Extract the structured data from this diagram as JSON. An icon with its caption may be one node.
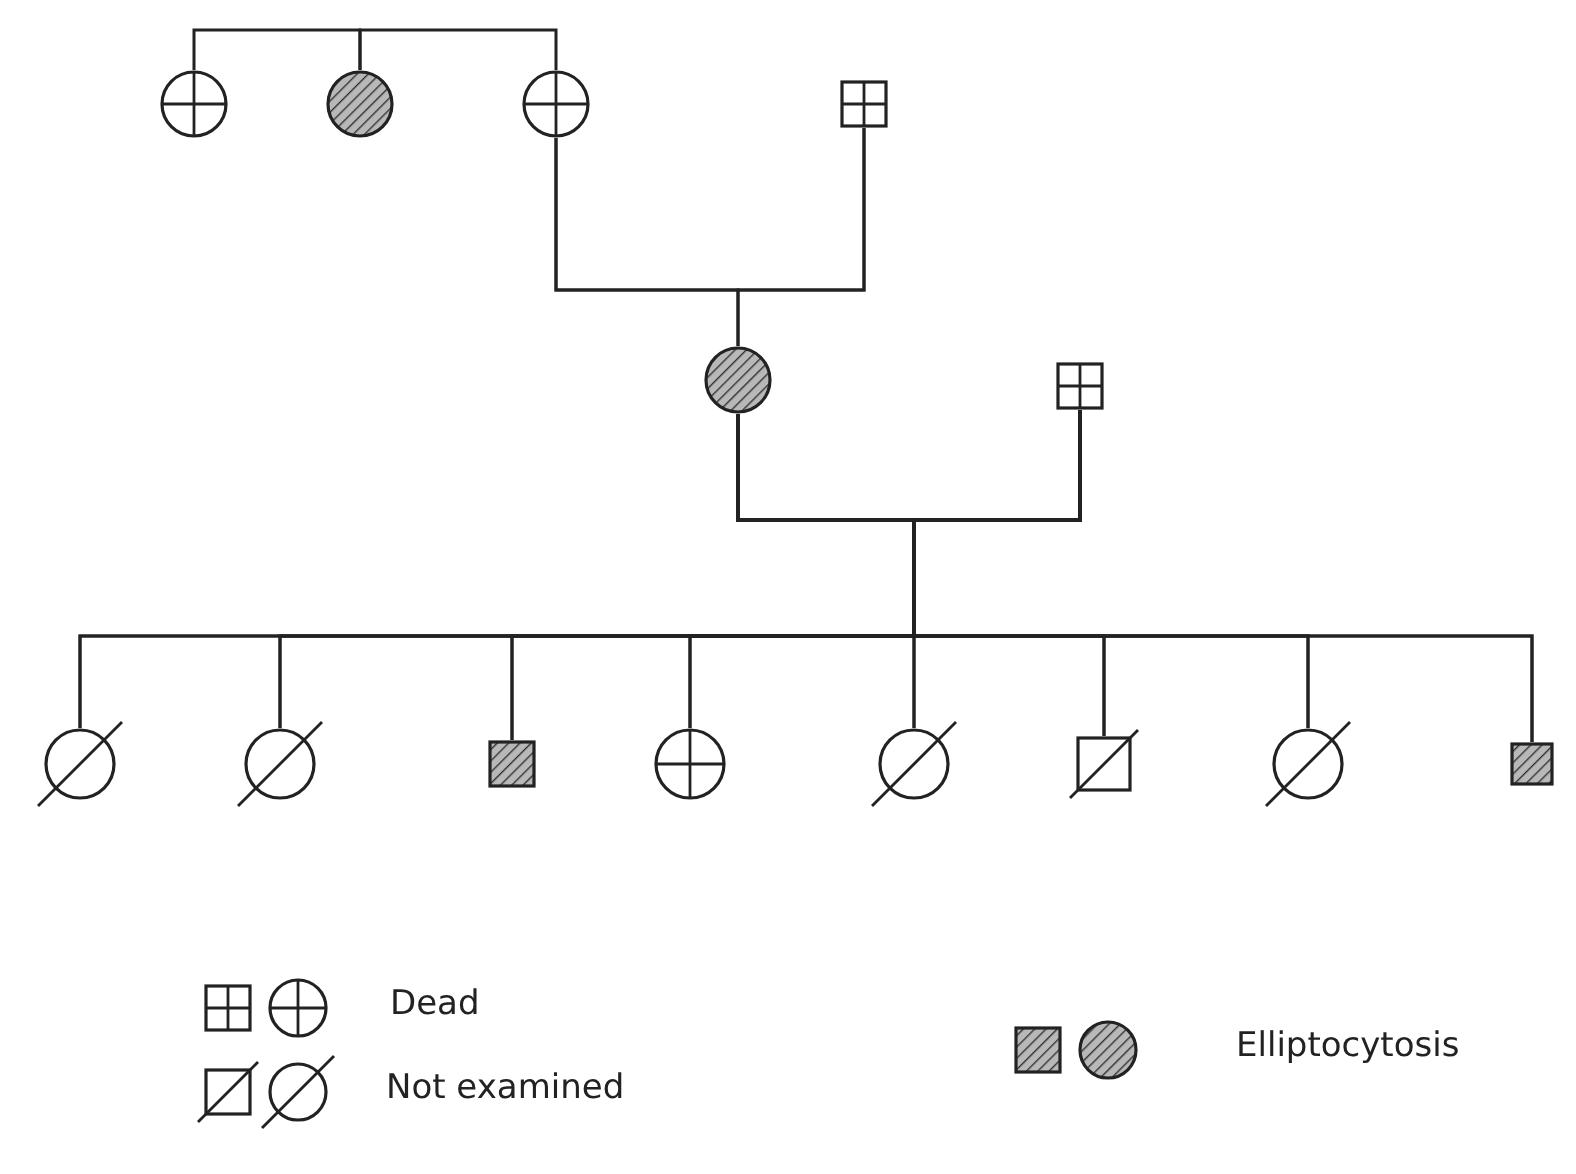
{
  "diagram": {
    "nodes": [
      {
        "text": [],
        "shape": "circle"
      },
      {
        "text": [],
        "shape": "circle"
      },
      {
        "text": [],
        "shape": "circle"
      },
      {
        "text": [],
        "shape": "box"
      },
      {
        "text": [],
        "shape": "circle"
      },
      {
        "text": [],
        "shape": "box"
      },
      {
        "text": [],
        "shape": "circle"
      },
      {
        "text": [],
        "shape": "circle"
      },
      {
        "text": [],
        "shape": "box"
      },
      {
        "text": [],
        "shape": "circle"
      },
      {
        "text": [],
        "shape": "circle"
      },
      {
        "text": [],
        "shape": "box"
      },
      {
        "text": [],
        "shape": "circle"
      },
      {
        "text": [],
        "shape": "box"
      }
    ],
    "edges": [
      {
        "from": 0,
        "to": 1,
        "arrow": "none"
      },
      {
        "from": 1,
        "to": 2,
        "arrow": "none"
      },
      {
        "from": 2,
        "to": 3,
        "arrow": "none"
      },
      {
        "from": 2,
        "to": 4,
        "arrow": "none"
      },
      {
        "from": 3,
        "to": 4,
        "arrow": "none"
      },
      {
        "from": 4,
        "to": 5,
        "arrow": "none"
      },
      {
        "from": 4,
        "to": 6,
        "arrow": "none"
      },
      {
        "from": 4,
        "to": 7,
        "arrow": "none"
      },
      {
        "from": 4,
        "to": 8,
        "arrow": "none"
      },
      {
        "from": 4,
        "to": 9,
        "arrow": "none"
      },
      {
        "from": 4,
        "to": 10,
        "arrow": "none"
      },
      {
        "from": 4,
        "to": 11,
        "arrow": "none"
      },
      {
        "from": 4,
        "to": 12,
        "arrow": "none"
      },
      {
        "from": 4,
        "to": 13,
        "arrow": "none"
      },
      {
        "from": 5,
        "to": 6,
        "arrow": "none"
      },
      {
        "from": 5,
        "to": 7,
        "arrow": "none"
      },
      {
        "from": 5,
        "to": 8,
        "arrow": "none"
      },
      {
        "from": 5,
        "to": 9,
        "arrow": "none"
      },
      {
        "from": 5,
        "to": 10,
        "arrow": "none"
      },
      {
        "from": 5,
        "to": 11,
        "arrow": "none"
      },
      {
        "from": 5,
        "to": 12,
        "arrow": "none"
      },
      {
        "from": 5,
        "to": 13,
        "arrow": "none"
      }
    ],
    "legend": [
      {
        "text": "Dead"
      },
      {
        "text": "Not examined"
      },
      {
        "text": "Elliptocytosis"
      }
    ]
  }
}
